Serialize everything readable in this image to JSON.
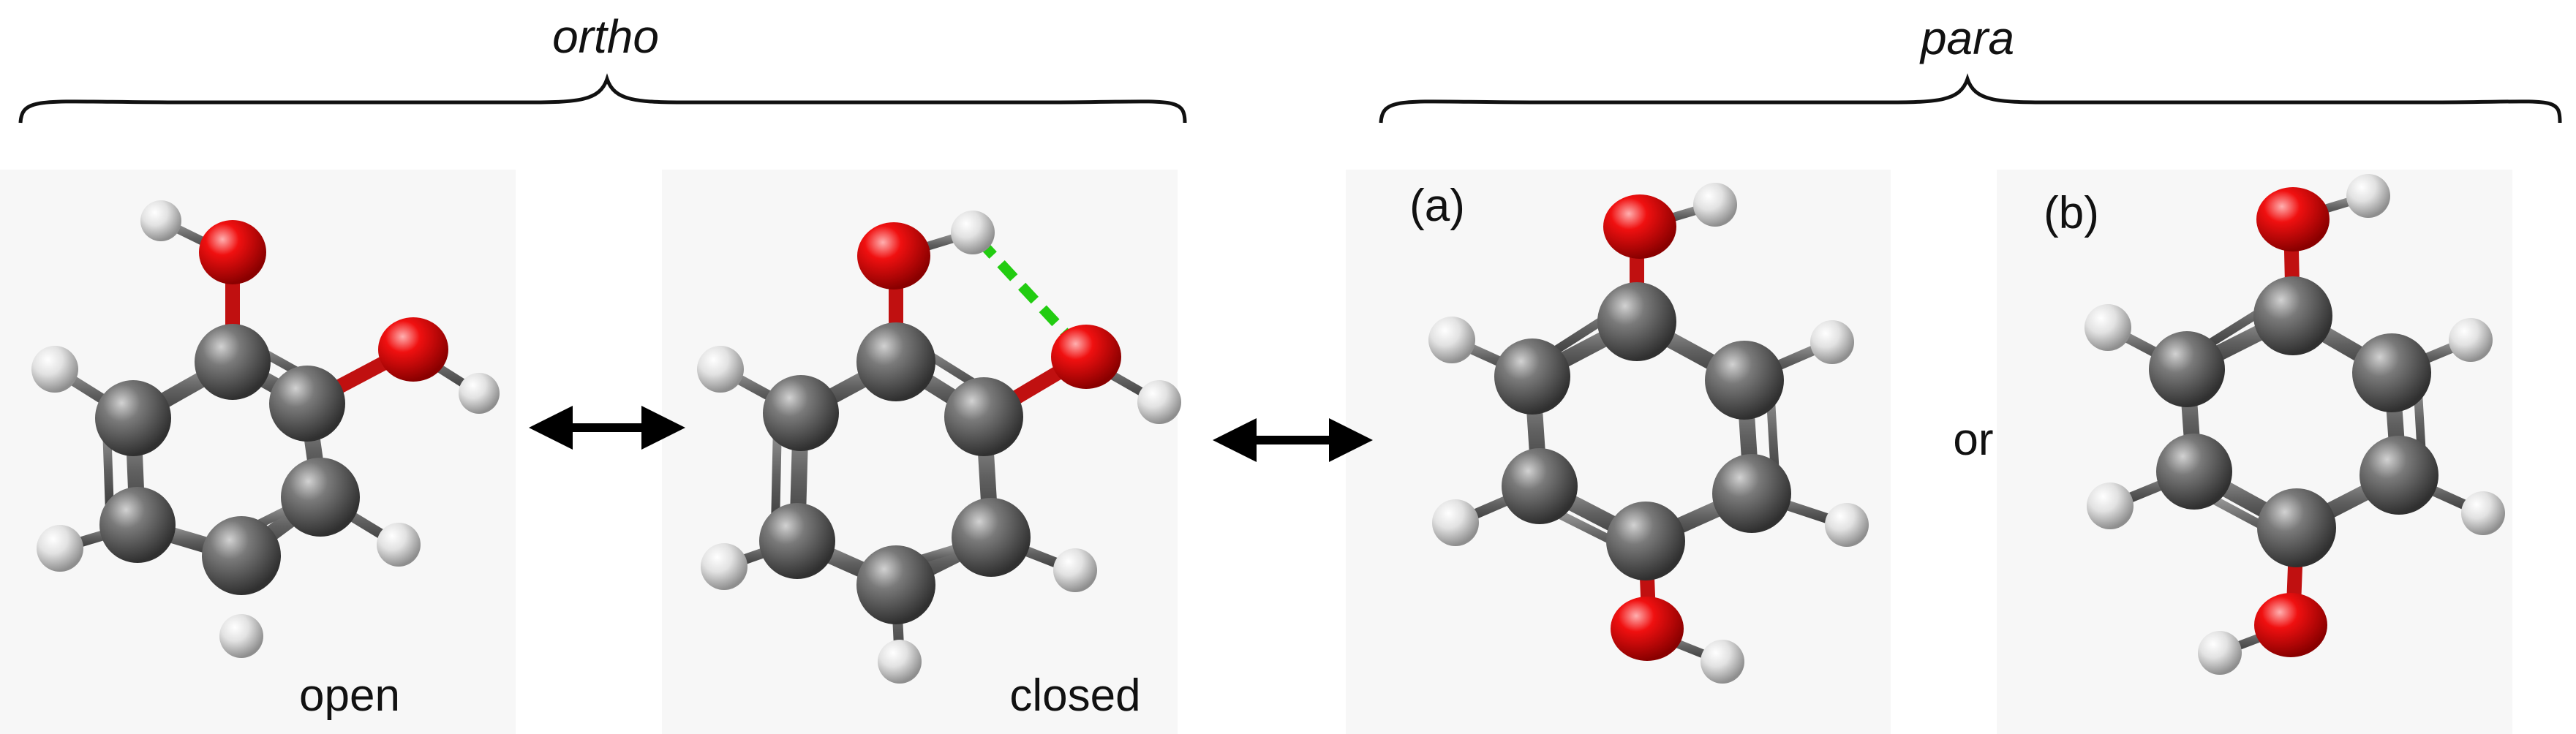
{
  "groups": {
    "ortho": "ortho",
    "para": "para"
  },
  "captions": {
    "open": "open",
    "closed": "closed",
    "a": "(a)",
    "b": "(b)",
    "or": "or"
  },
  "colors": {
    "carbon": "#5f5f5f",
    "oxygen": "#e30000",
    "hydrogen": "#e6e6e6",
    "hbond": "#22cc11",
    "arrow": "#000000",
    "panel_bg": "#f7f7f7"
  }
}
